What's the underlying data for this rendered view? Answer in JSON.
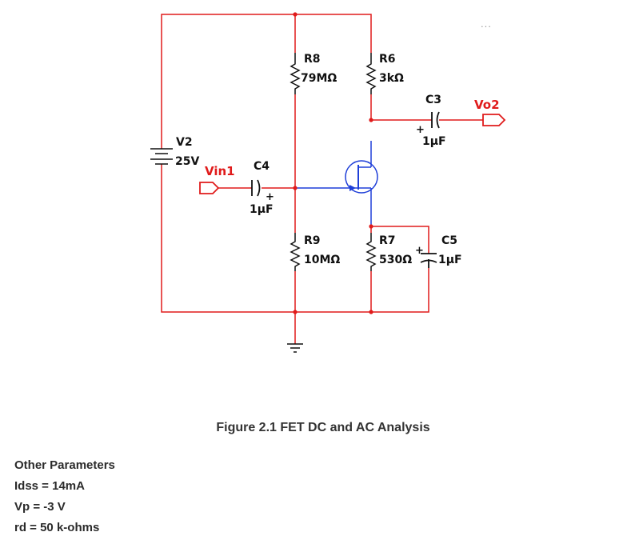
{
  "colors": {
    "wire": "#e01b1b",
    "fet": "#1f3fd8",
    "component": "#111111",
    "port": "#e01b1b",
    "node": "#e01b1b"
  },
  "menu_glyph": "...",
  "components": {
    "v2": {
      "name": "V2",
      "value": "25V"
    },
    "r8": {
      "name": "R8",
      "value": "79MΩ"
    },
    "r6": {
      "name": "R6",
      "value": "3kΩ"
    },
    "r9": {
      "name": "R9",
      "value": "10MΩ"
    },
    "r7": {
      "name": "R7",
      "value": "530Ω"
    },
    "c3": {
      "name": "C3",
      "value": "1μF"
    },
    "c4": {
      "name": "C4",
      "value": "1μF"
    },
    "c5": {
      "name": "C5",
      "value": "1μF"
    },
    "plus": "+"
  },
  "ports": {
    "vin": "Vin1",
    "vout": "Vo2"
  },
  "caption": "Figure 2.1 FET DC and AC Analysis",
  "parameters": {
    "heading": "Other Parameters",
    "items": [
      "Idss = 14mA",
      "Vp = -3 V",
      "rd = 50 k-ohms"
    ]
  }
}
